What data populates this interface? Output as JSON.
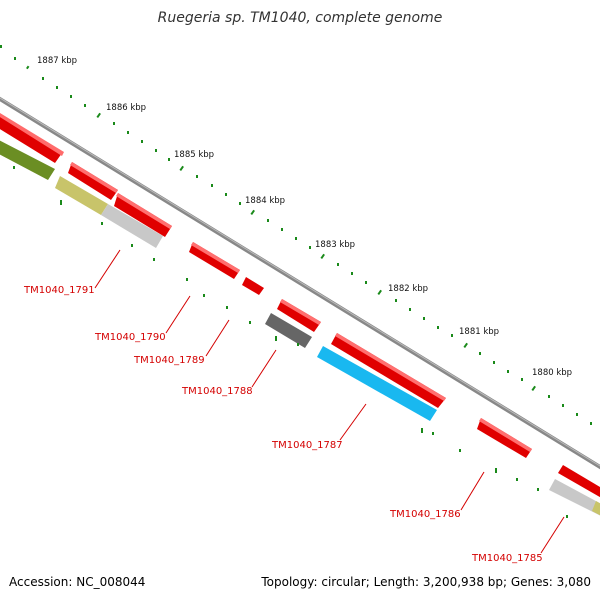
{
  "header": {
    "title": "Ruegeria sp. TM1040, complete genome"
  },
  "footer": {
    "accession": "Accession: NC_008044",
    "summary": "Topology: circular; Length: 3,200,938 bp; Genes: 3,080"
  },
  "scale": {
    "labels": [
      "1887 kbp",
      "1886 kbp",
      "1885 kbp",
      "1884 kbp",
      "1883 kbp",
      "1882 kbp",
      "1881 kbp",
      "1880 kbp"
    ]
  },
  "genes": [
    {
      "label": "TM1040_1791"
    },
    {
      "label": "TM1040_1790"
    },
    {
      "label": "TM1040_1789"
    },
    {
      "label": "TM1040_1788"
    },
    {
      "label": "TM1040_1787"
    },
    {
      "label": "TM1040_1786"
    },
    {
      "label": "TM1040_1785"
    }
  ],
  "colors": {
    "forward_cds": "#ff0000",
    "backbone": "#888888",
    "tick": "#1a8a1a",
    "label": "#d40000",
    "olive": "#6b8e23",
    "khaki": "#c8c46a",
    "light_gray": "#c8c8c8",
    "dark_gray": "#666666",
    "cyan": "#19b8f0"
  }
}
